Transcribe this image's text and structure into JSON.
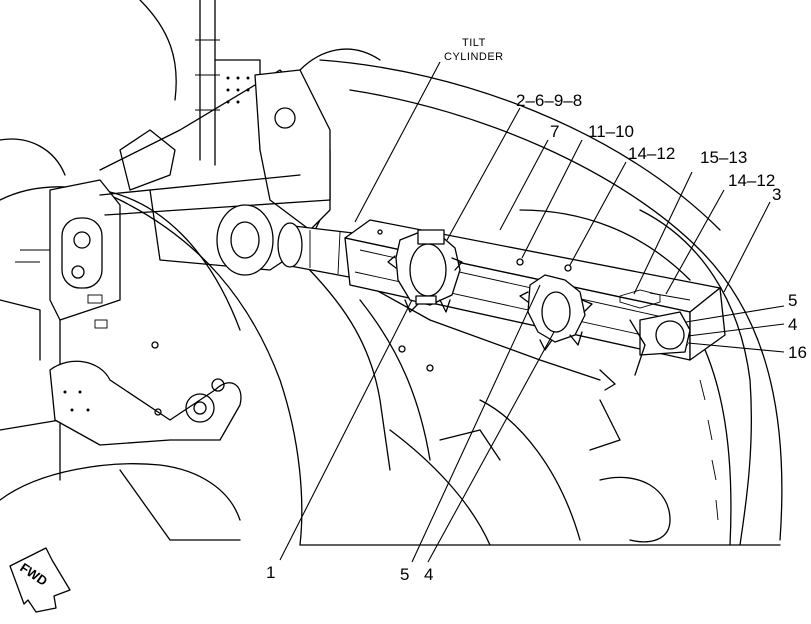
{
  "labels": {
    "tilt_line1": "TILT",
    "tilt_line2": "CYLINDER",
    "c_2_6_9_8": "2–6–9–8",
    "c_7": "7",
    "c_11_10": "11–10",
    "c_14_12_a": "14–12",
    "c_15_13": "15–13",
    "c_14_12_b": "14–12",
    "c_3": "3",
    "c_5_right": "5",
    "c_4_right": "4",
    "c_16": "16",
    "c_1": "1",
    "c_5_bottom": "5",
    "c_4_bottom": "4"
  },
  "fwd_arrow": {
    "label": "FWD"
  }
}
